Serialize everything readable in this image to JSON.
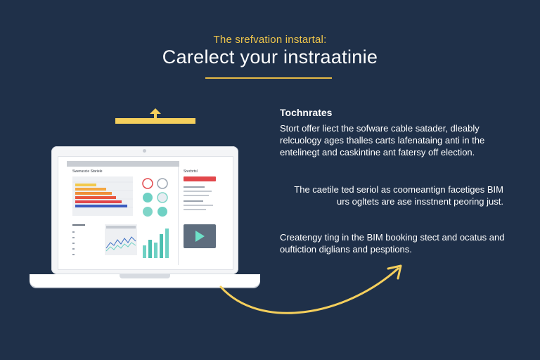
{
  "header": {
    "eyebrow": "The srefvation instartal:",
    "title": "Carelect your instraatinie"
  },
  "laptop": {
    "dashboard_title": "Swenuscie Stariele",
    "dashboard_subtitle": "Srecbrtsl"
  },
  "section": {
    "heading": "Tochnrates",
    "paragraph_1": "Stort offer liect the sofware cable satader, dleably relcuology ages thalles carts lafenataing anti in the entelinegt and caskintine ant fatersy off election.",
    "paragraph_2": "The caetile ted seriol as coomeantign facetiges BIM urs ogltets are ase insstnent peoring just.",
    "paragraph_3": "Createngy ting in the BIM booking stect and ocatus and ouftiction diglians and pesptions."
  },
  "colors": {
    "background": "#1f3049",
    "accent": "#f0c64b",
    "text": "#ffffff"
  },
  "icons": [
    "up-arrow-icon",
    "play-icon",
    "curved-arrow-icon"
  ]
}
